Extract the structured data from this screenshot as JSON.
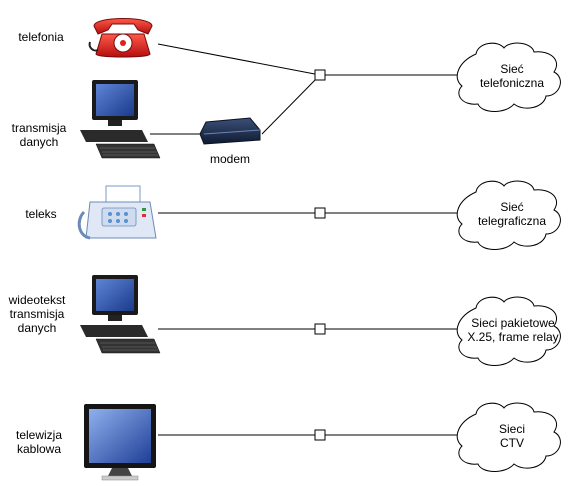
{
  "devices": [
    {
      "id": "phone",
      "label_lines": [
        "telefonia"
      ]
    },
    {
      "id": "pc1",
      "label_lines": [
        "transmisja",
        "danych"
      ]
    },
    {
      "id": "fax",
      "label_lines": [
        "teleks"
      ]
    },
    {
      "id": "pc2",
      "label_lines": [
        "wideotekst",
        "transmisja",
        "danych"
      ]
    },
    {
      "id": "tv",
      "label_lines": [
        "telewizja",
        "kablowa"
      ]
    }
  ],
  "modem": {
    "label": "modem"
  },
  "networks": [
    {
      "id": "net1",
      "label_lines": [
        "Sieć",
        "telefoniczna"
      ]
    },
    {
      "id": "net2",
      "label_lines": [
        "Sieć",
        "telegraficzna"
      ]
    },
    {
      "id": "net3",
      "label_lines": [
        "Sieci pakietowe",
        "X.25, frame relay"
      ]
    },
    {
      "id": "net4",
      "label_lines": [
        "Sieci",
        "CTV"
      ]
    }
  ],
  "colors": {
    "line": "#000000",
    "phone_red": "#e02020",
    "monitor_dark": "#1a1a1a",
    "screen_blue": "#2a4fa8",
    "modem_navy": "#1c2a4a",
    "fax_blue": "#5a8fd0"
  }
}
